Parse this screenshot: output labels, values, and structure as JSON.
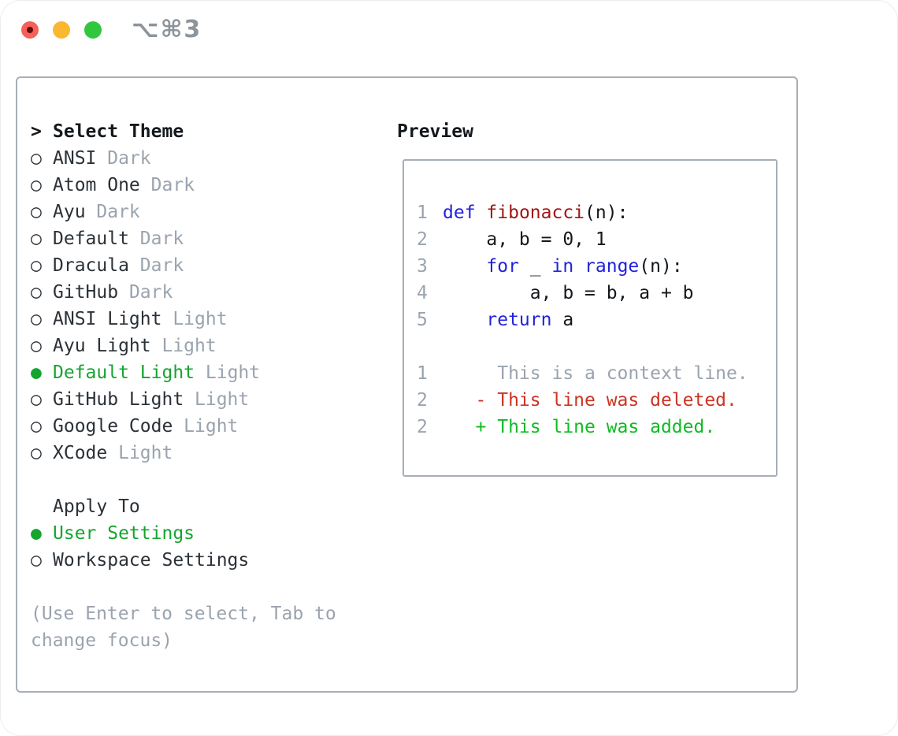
{
  "titlebar": {
    "shortcut": "⌥⌘3",
    "traffic_lights": [
      "close",
      "minimize",
      "zoom"
    ]
  },
  "theme_panel": {
    "header": {
      "prompt": ">",
      "label": "Select Theme"
    },
    "items": [
      {
        "name": "ANSI",
        "variant": "Dark",
        "selected": false
      },
      {
        "name": "Atom One",
        "variant": "Dark",
        "selected": false
      },
      {
        "name": "Ayu",
        "variant": "Dark",
        "selected": false
      },
      {
        "name": "Default",
        "variant": "Dark",
        "selected": false
      },
      {
        "name": "Dracula",
        "variant": "Dark",
        "selected": false
      },
      {
        "name": "GitHub",
        "variant": "Dark",
        "selected": false
      },
      {
        "name": "ANSI Light",
        "variant": "Light",
        "selected": false
      },
      {
        "name": "Ayu Light",
        "variant": "Light",
        "selected": false
      },
      {
        "name": "Default Light",
        "variant": "Light",
        "selected": true
      },
      {
        "name": "GitHub Light",
        "variant": "Light",
        "selected": false
      },
      {
        "name": "Google Code",
        "variant": "Light",
        "selected": false
      },
      {
        "name": "XCode",
        "variant": "Light",
        "selected": false
      }
    ],
    "markers": {
      "selected": "●",
      "unselected": "○"
    },
    "apply_to": {
      "label": "Apply To",
      "options": [
        {
          "label": "User Settings",
          "selected": true
        },
        {
          "label": "Workspace Settings",
          "selected": false
        }
      ]
    },
    "hint": "(Use Enter to select, Tab to change focus)"
  },
  "preview": {
    "label": "Preview",
    "code_lines": [
      {
        "num": "1",
        "tokens": [
          {
            "text": "def",
            "type": "keyword"
          },
          {
            "text": " ",
            "type": "plain"
          },
          {
            "text": "fibonacci",
            "type": "function"
          },
          {
            "text": "(n):",
            "type": "plain"
          }
        ]
      },
      {
        "num": "2",
        "tokens": [
          {
            "text": "    a, b = 0, 1",
            "type": "plain"
          }
        ]
      },
      {
        "num": "3",
        "tokens": [
          {
            "text": "    ",
            "type": "plain"
          },
          {
            "text": "for",
            "type": "keyword"
          },
          {
            "text": " _ ",
            "type": "plain"
          },
          {
            "text": "in",
            "type": "keyword"
          },
          {
            "text": " ",
            "type": "plain"
          },
          {
            "text": "range",
            "type": "keyword"
          },
          {
            "text": "(n):",
            "type": "plain"
          }
        ]
      },
      {
        "num": "4",
        "tokens": [
          {
            "text": "        a, b = b, a + b",
            "type": "plain"
          }
        ]
      },
      {
        "num": "5",
        "tokens": [
          {
            "text": "    ",
            "type": "plain"
          },
          {
            "text": "return",
            "type": "keyword"
          },
          {
            "text": " a",
            "type": "plain"
          }
        ]
      },
      {
        "num": "",
        "tokens": []
      },
      {
        "num": "1",
        "tokens": [
          {
            "text": "     This is a context line.",
            "type": "context"
          }
        ]
      },
      {
        "num": "2",
        "tokens": [
          {
            "text": "   - This line was deleted.",
            "type": "deleted"
          }
        ]
      },
      {
        "num": "2",
        "tokens": [
          {
            "text": "   + This line was added.",
            "type": "added"
          }
        ]
      }
    ]
  },
  "colors": {
    "accent_green": "#14a52f",
    "keyword_blue": "#2222dd",
    "function_red": "#a31515",
    "deleted_red": "#cc3322",
    "added_green": "#0fbb24",
    "muted_gray": "#9aa3ae",
    "text_dark": "#14181c",
    "border_gray": "#a8aeb6",
    "traffic_red": "#f4605a",
    "traffic_yellow": "#f9b82f",
    "traffic_green": "#32c63f"
  }
}
